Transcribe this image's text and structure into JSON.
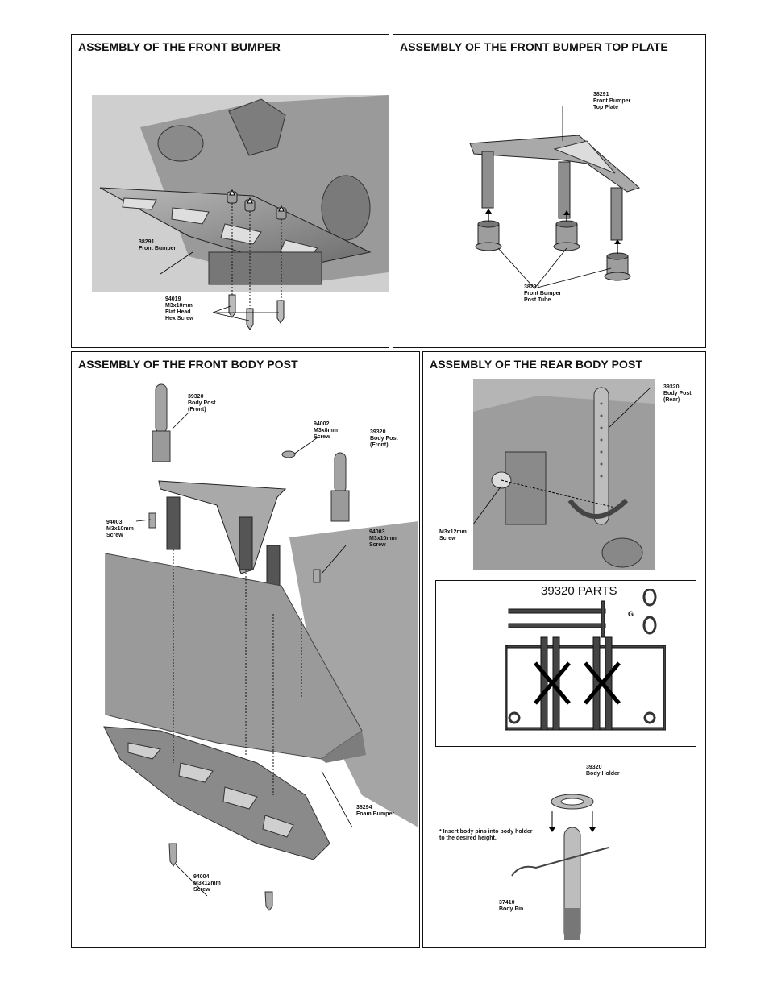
{
  "panels": {
    "front_bumper": {
      "title": "ASSEMBLY OF THE FRONT BUMPER",
      "callouts": {
        "bumper": [
          "38291",
          "Front Bumper"
        ],
        "screw": [
          "94019",
          "M3x10mm",
          "Flat  Head",
          "Hex Screw"
        ]
      }
    },
    "top_plate": {
      "title": "ASSEMBLY OF THE FRONT BUMPER TOP PLATE",
      "callouts": {
        "plate": [
          "38291",
          "Front Bumper",
          "Top Plate"
        ],
        "tube": [
          "38291",
          "Front Bumper",
          "Post Tube"
        ]
      }
    },
    "front_body_post": {
      "title": "ASSEMBLY OF THE FRONT BODY POST",
      "callouts": {
        "post_left": [
          "39320",
          "Body Post",
          "(Front)"
        ],
        "screw_top": [
          "94002",
          "M3x8mm",
          "Screw"
        ],
        "post_right": [
          "39320",
          "Body Post",
          "(Front)"
        ],
        "screw_left": [
          "94003",
          "M3x10mm",
          "Screw"
        ],
        "screw_right": [
          "94003",
          "M3x10mm",
          "Screw"
        ],
        "foam": [
          "38294",
          "Foam Bumper"
        ],
        "screw_bottom": [
          "94004",
          "M3x12mm",
          " Screw"
        ]
      }
    },
    "rear_body_post": {
      "title": "ASSEMBLY OF THE REAR BODY POST",
      "callouts": {
        "post": [
          "39320",
          "Body Post",
          "(Rear)"
        ],
        "screw": [
          "M3x12mm",
          "Screw"
        ]
      },
      "parts_box": {
        "title": "39320 PARTS",
        "letter": "G"
      },
      "holder": {
        "callout_holder": [
          "39320",
          "Body Holder"
        ],
        "note": [
          "* Insert body pins into body holder",
          "   to the desired height."
        ],
        "callout_pin": [
          "37410",
          "Body Pin"
        ]
      }
    }
  }
}
